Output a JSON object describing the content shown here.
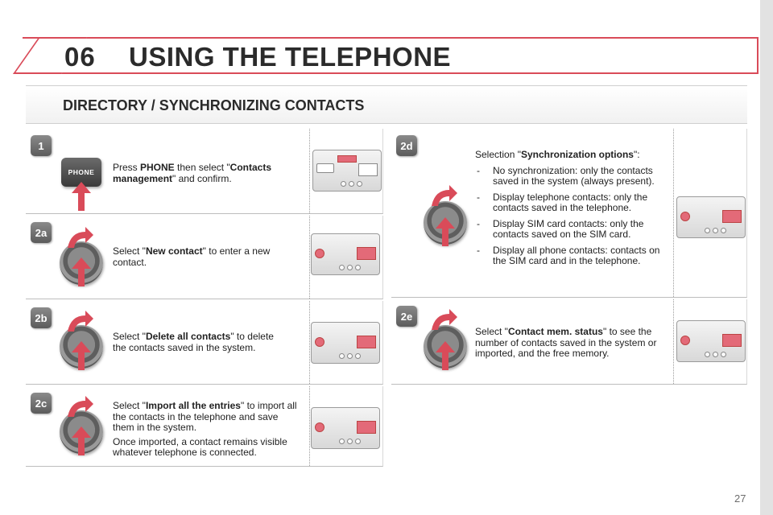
{
  "header": {
    "chapter_number": "06",
    "chapter_title": "USING THE TELEPHONE"
  },
  "section": {
    "title": "DIRECTORY / SYNCHRONIZING CONTACTS"
  },
  "steps": {
    "s1": {
      "badge": "1",
      "phone_button_label": "PHONE",
      "t1": "Press ",
      "b1": "PHONE",
      "t2": " then select \"",
      "b2": "Contacts management",
      "t3": "\" and confirm."
    },
    "s2a": {
      "badge": "2a",
      "t1": "Select \"",
      "b1": "New contact",
      "t2": "\" to enter a new contact."
    },
    "s2b": {
      "badge": "2b",
      "t1": "Select \"",
      "b1": "Delete all contacts",
      "t2": "\" to delete the contacts saved in the system."
    },
    "s2c": {
      "badge": "2c",
      "t1": "Select \"",
      "b1": "Import all the entries",
      "t2": "\" to import all the contacts in the telephone and save them in the system.",
      "p2": "Once imported, a contact remains visible whatever telephone is connected."
    },
    "s2d": {
      "badge": "2d",
      "t1": "Selection \"",
      "b1": "Synchronization options",
      "t2": "\":",
      "options": [
        "No synchronization: only the contacts saved in the system (always present).",
        "Display telephone contacts: only the contacts saved in the telephone.",
        "Display SIM card contacts: only the contacts saved on the SIM card.",
        "Display all phone contacts: contacts on the SIM card and in the telephone."
      ]
    },
    "s2e": {
      "badge": "2e",
      "t1": "Select \"",
      "b1": "Contact mem. status",
      "t2": "\" to see the number of contacts saved in the system or imported, and the free memory."
    }
  },
  "page_number": "27",
  "colors": {
    "accent_red": "#d94b59",
    "highlight_pink": "#e36a78",
    "badge_grey": "#6e6e6e"
  }
}
